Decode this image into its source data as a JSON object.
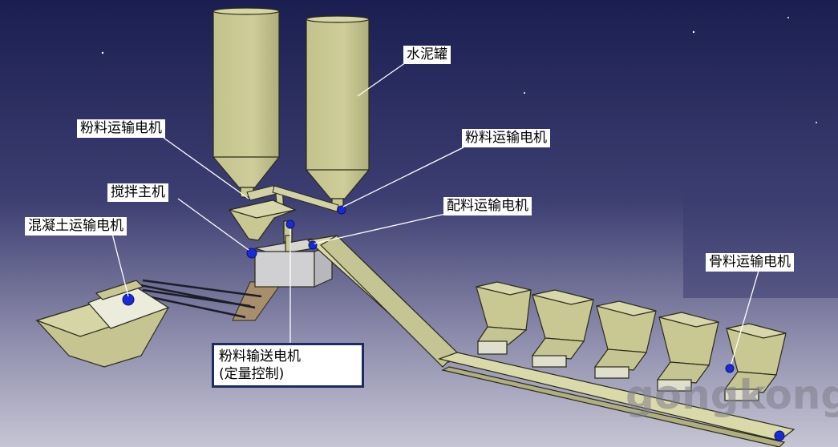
{
  "labels": {
    "cement_silo": "水泥罐",
    "powder_motor_left": "粉料运输电机",
    "powder_motor_right": "粉料运输电机",
    "main_mixer": "搅拌主机",
    "batching_motor": "配料运输电机",
    "concrete_motor": "混凝土运输电机",
    "aggregate_motor": "骨料运输电机",
    "powder_feed_motor_line1": "粉料输送电机",
    "powder_feed_motor_line2": "(定量控制)"
  },
  "colors": {
    "background_top": "#1c1f52",
    "background_bottom": "#c4c3d3",
    "equipment_fill": "#c9c893",
    "equipment_stroke": "#2a2a1a",
    "motor_blue": "#1a2ad8",
    "belt_brown": "#a88f6c",
    "label_bg": "#ffffff"
  }
}
